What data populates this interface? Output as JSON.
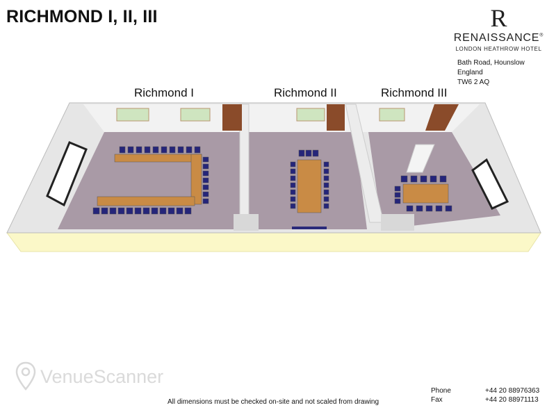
{
  "title": "RICHMOND I, II, III",
  "logo": {
    "initial": "R",
    "brand": "RENAISSANCE",
    "registered": "®",
    "subtitle": "LONDON HEATHROW HOTEL"
  },
  "address": [
    "Bath Road, Hounslow",
    "England",
    "TW6 2 AQ"
  ],
  "rooms": [
    {
      "label": "Richmond I"
    },
    {
      "label": "Richmond II"
    },
    {
      "label": "Richmond III"
    }
  ],
  "colors": {
    "floor": "#a99aa6",
    "wall": "#eeeeee",
    "table": "#c98b45",
    "chair": "#25257a",
    "base": "#fbf8c8"
  },
  "watermark": "VenueScanner",
  "disclaimer": "All dimensions must be checked on-site and not scaled from drawing",
  "contact": {
    "phone_label": "Phone",
    "phone": "+44 20 88976363",
    "fax_label": "Fax",
    "fax": "+44 20 88971113"
  }
}
